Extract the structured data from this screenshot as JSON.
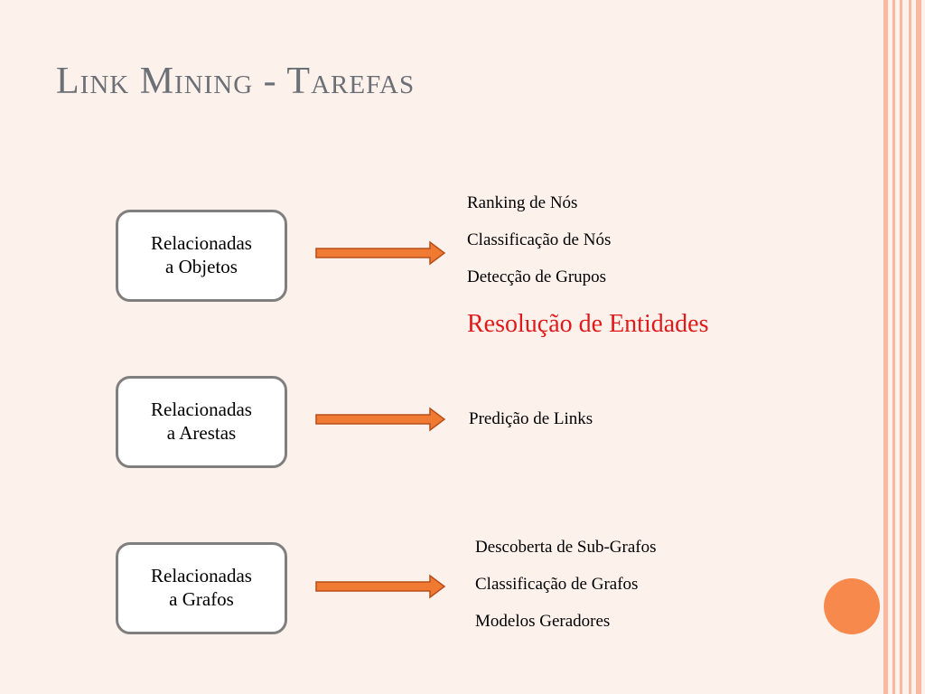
{
  "slide": {
    "title": "Link Mining - Tarefas"
  },
  "groups": [
    {
      "box_line1": "Relacionadas",
      "box_line2": "a Objetos",
      "tasks": [
        "Ranking de Nós",
        "Classificação de Nós",
        "Detecção de Grupos"
      ],
      "highlight_task": "Resolução de Entidades"
    },
    {
      "box_line1": "Relacionadas",
      "box_line2": "a Arestas",
      "tasks": [
        "Predição de Links"
      ]
    },
    {
      "box_line1": "Relacionadas",
      "box_line2": "a Grafos",
      "tasks": [
        "Descoberta de Sub-Grafos",
        "Classificação de Grafos",
        "Modelos Geradores"
      ]
    }
  ],
  "colors": {
    "background": "#fdf1ec",
    "stripe": "#f9b8a0",
    "arrow_fill": "#f07a32",
    "arrow_stroke": "#b84e1b",
    "highlight_text": "#e01a1a",
    "title_text": "#6b6f76",
    "box_border": "#7f7f7f",
    "accent_circle": "#f7894d"
  }
}
